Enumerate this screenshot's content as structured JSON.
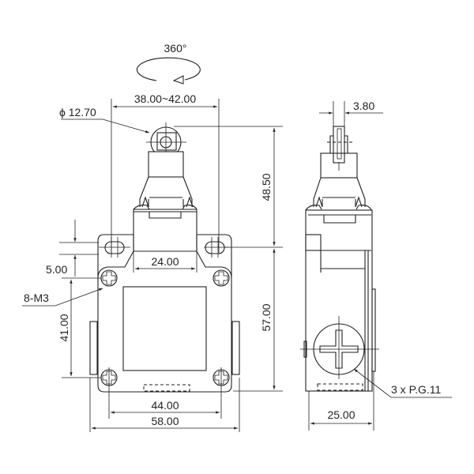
{
  "drawing": {
    "rotation_label": "360°",
    "front_view": {
      "roller_spacing": "38.00~42.00",
      "roller_diameter": "ϕ 12.70",
      "head_height": "48.50",
      "head_width": "24.00",
      "slot_offset": "5.00",
      "screw_label": "8-M3",
      "screw_vertical_spacing": "41.00",
      "body_height": "57.00",
      "screw_horizontal_spacing": "44.00",
      "body_width": "58.00"
    },
    "side_view": {
      "roller_width": "3.80",
      "conduit_label": "3 x P.G.11",
      "body_depth": "25.00"
    }
  }
}
